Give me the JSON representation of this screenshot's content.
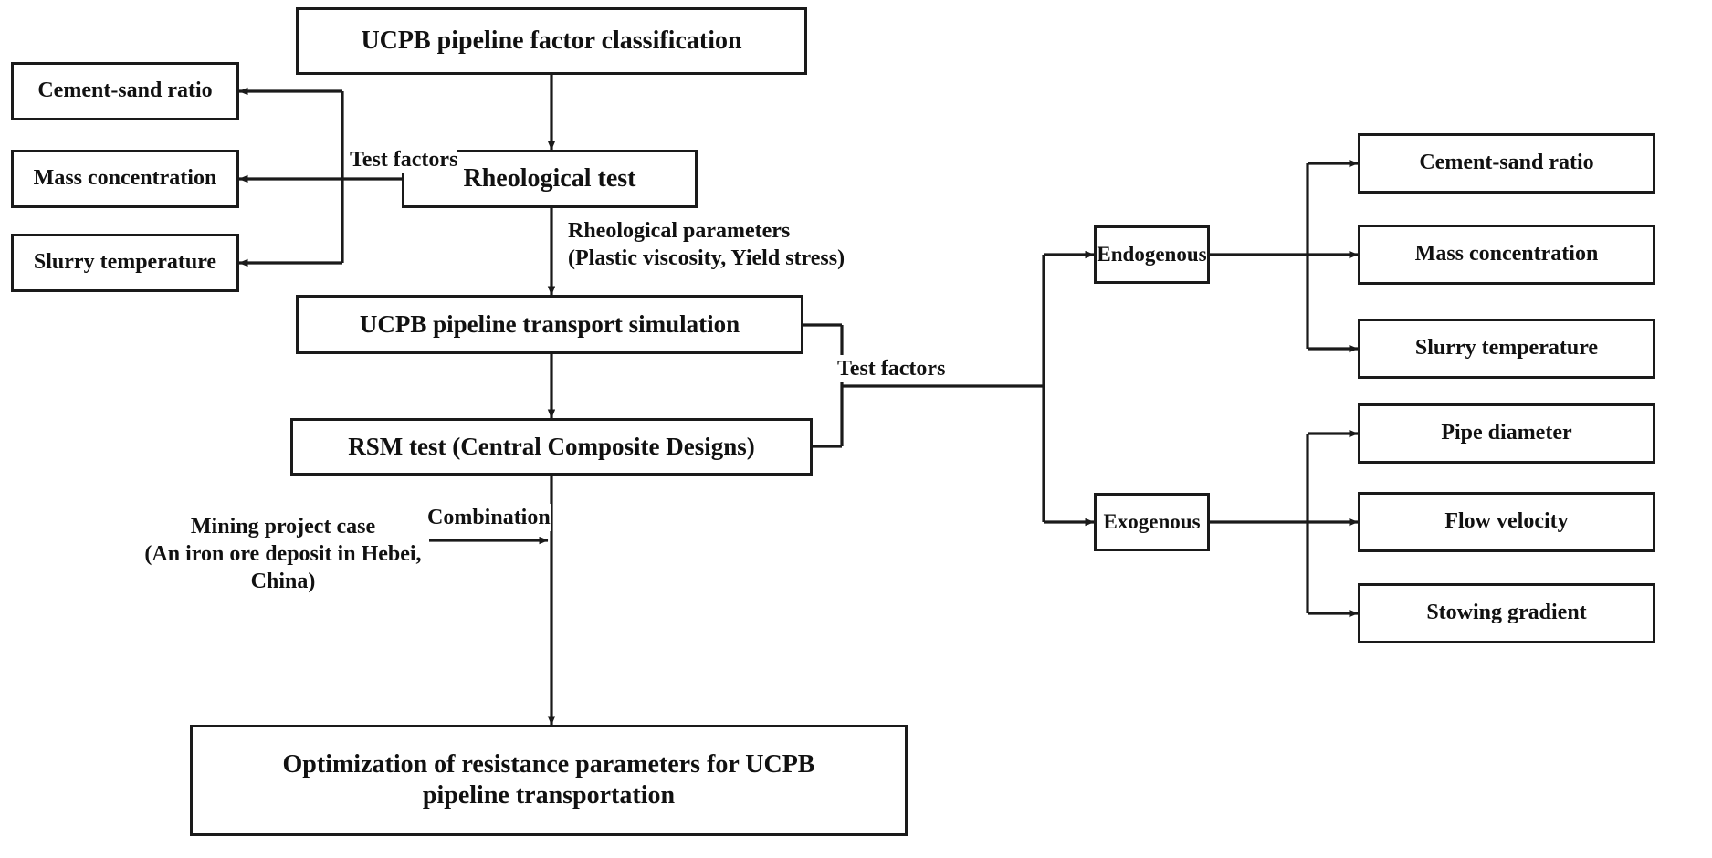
{
  "diagram": {
    "title": "UCPB pipeline factor classification flowchart",
    "line_color": "#1a1a1a",
    "text_color": "#111111",
    "background": "#ffffff"
  },
  "center_flow": {
    "node_classification": "UCPB pipeline factor classification",
    "node_rheological_test": "Rheological test",
    "node_transport_simulation": "UCPB pipeline transport simulation",
    "node_rsm_test": "RSM test (Central Composite Designs)",
    "node_optimization_line1": "Optimization of resistance parameters for UCPB",
    "node_optimization_line2": "pipeline transportation",
    "node_optimization_full": "Optimization of resistance parameters for UCPB pipeline transportation"
  },
  "edge_labels": {
    "test_factors_left": "Test factors",
    "rheological_parameters_line1": "Rheological parameters",
    "rheological_parameters_line2": "(Plastic viscosity, Yield stress)",
    "test_factors_right": "Test factors",
    "combination": "Combination",
    "mining_case_line1": "Mining project case",
    "mining_case_line2": "(An iron ore deposit in Hebei, China)"
  },
  "left_factors": {
    "items": [
      {
        "label": "Cement-sand ratio"
      },
      {
        "label": "Mass concentration"
      },
      {
        "label": "Slurry temperature"
      }
    ]
  },
  "right_classification": {
    "endogenous": {
      "label": "Endogenous",
      "items": [
        {
          "label": "Cement-sand ratio"
        },
        {
          "label": "Mass concentration"
        },
        {
          "label": "Slurry temperature"
        }
      ]
    },
    "exogenous": {
      "label": "Exogenous",
      "items": [
        {
          "label": "Pipe diameter"
        },
        {
          "label": "Flow velocity"
        },
        {
          "label": "Stowing gradient"
        }
      ]
    }
  }
}
